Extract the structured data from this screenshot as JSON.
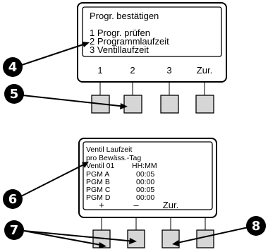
{
  "panel_top": {
    "title": "Progr. bestätigen",
    "menu": [
      "1 Progr. prüfen",
      "2 Programmlaufzeit",
      "3 Ventillaufzeit"
    ],
    "softkeys": [
      "1",
      "2",
      "3",
      "Zur."
    ],
    "highlighted_button": 2
  },
  "panel_bottom": {
    "line1": "Ventil Laufzeit",
    "line2": "pro Bewäss.-Tag",
    "valve_label": "Ventil 01",
    "time_format": "HH:MM",
    "programs": [
      {
        "name": "PGM A",
        "time": "00:05"
      },
      {
        "name": "PGM B",
        "time": "00:00"
      },
      {
        "name": "PGM C",
        "time": "00:05"
      },
      {
        "name": "PGM D",
        "time": "00:00"
      }
    ],
    "softkeys": [
      "+",
      "–",
      "Zur."
    ],
    "highlighted_buttons": [
      1,
      2,
      3
    ]
  },
  "callouts": [
    "4",
    "5",
    "6",
    "7",
    "8"
  ],
  "colors": {
    "outline": "#000000",
    "button_fill": "#d6d6d6",
    "callout_fill": "#000000",
    "callout_text": "#ffffff"
  }
}
